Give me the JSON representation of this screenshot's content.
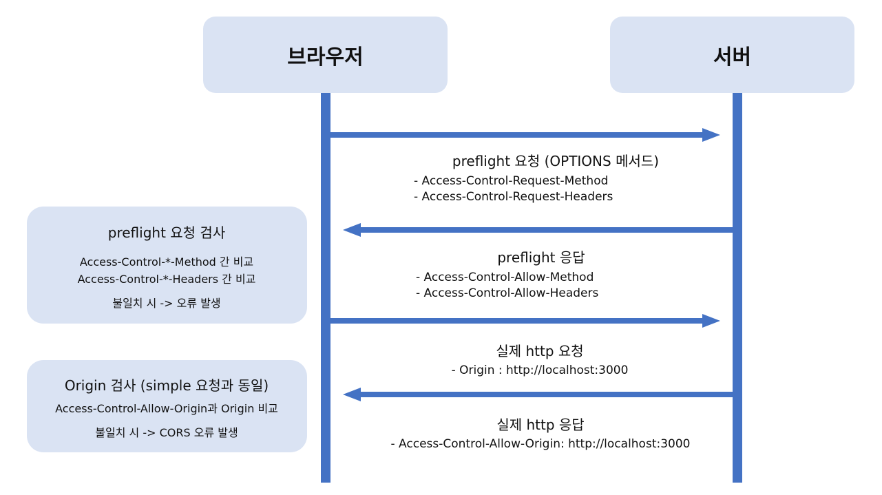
{
  "actors": {
    "browser": "브라우저",
    "server": "서버"
  },
  "messages": [
    {
      "title": "preflight 요청 (OPTIONS 메서드)",
      "details": [
        "- Access-Control-Request-Method",
        "- Access-Control-Request-Headers"
      ]
    },
    {
      "title": "preflight 응답",
      "details": [
        "- Access-Control-Allow-Method",
        "- Access-Control-Allow-Headers"
      ]
    },
    {
      "title": "실제 http 요청",
      "details": [
        "- Origin : http://localhost:3000"
      ]
    },
    {
      "title": "실제 http 응답",
      "details": [
        "- Access-Control-Allow-Origin: http://localhost:3000"
      ]
    }
  ],
  "notes": [
    {
      "title": "preflight 요청 검사",
      "lines": [
        "Access-Control-*-Method 간 비교",
        "Access-Control-*-Headers 간 비교",
        "불일치 시 -> 오류 발생"
      ]
    },
    {
      "title": "Origin 검사 (simple 요청과 동일)",
      "lines": [
        "Access-Control-Allow-Origin과 Origin 비교",
        "불일치 시 -> CORS 오류 발생"
      ]
    }
  ],
  "colors": {
    "actor_box": "#dae3f3",
    "lifeline": "#4472c4",
    "arrow": "#4472c4",
    "note_box": "#dae3f3"
  }
}
